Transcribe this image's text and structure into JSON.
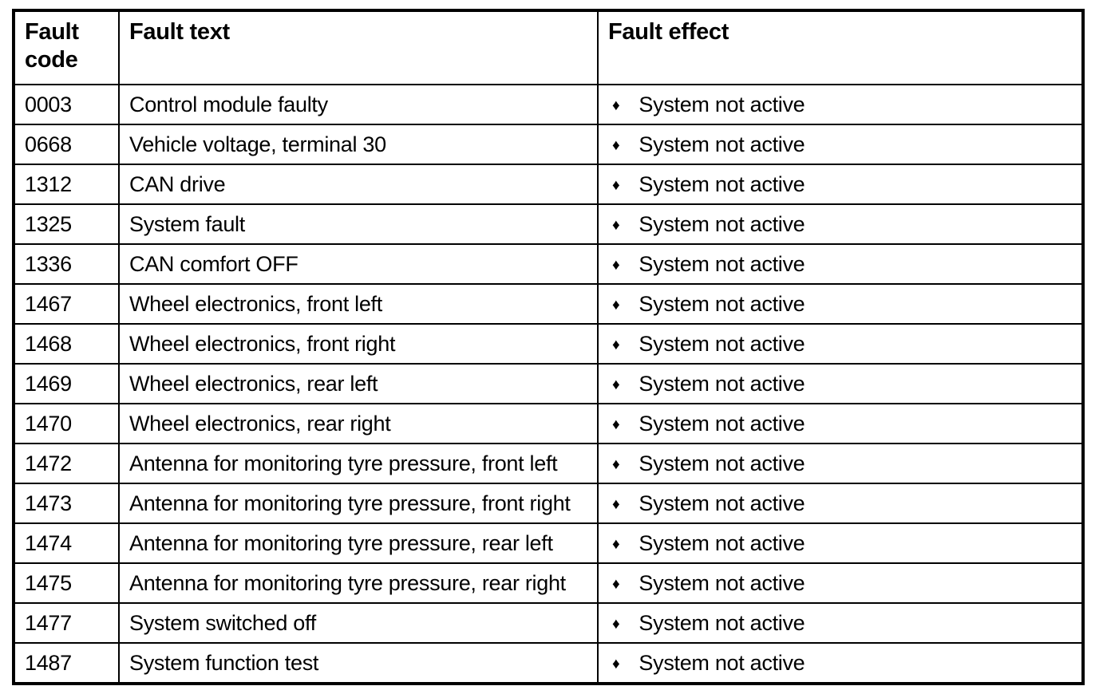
{
  "table": {
    "columns": [
      {
        "label": "Fault code"
      },
      {
        "label": "Fault text"
      },
      {
        "label": "Fault effect"
      }
    ],
    "bullet": "♦",
    "rows": [
      {
        "code": "0003",
        "text": "Control module faulty",
        "effect": "System not active"
      },
      {
        "code": "0668",
        "text": "Vehicle voltage, terminal 30",
        "effect": "System not active"
      },
      {
        "code": "1312",
        "text": "CAN drive",
        "effect": "System not active"
      },
      {
        "code": "1325",
        "text": "System fault",
        "effect": "System not active"
      },
      {
        "code": "1336",
        "text": "CAN comfort OFF",
        "effect": "System not active"
      },
      {
        "code": "1467",
        "text": "Wheel electronics, front left",
        "effect": "System not active"
      },
      {
        "code": "1468",
        "text": "Wheel electronics, front right",
        "effect": "System not active"
      },
      {
        "code": "1469",
        "text": "Wheel electronics, rear left",
        "effect": "System not active"
      },
      {
        "code": "1470",
        "text": "Wheel electronics, rear right",
        "effect": "System not active"
      },
      {
        "code": "1472",
        "text": "Antenna for monitoring tyre pressure, front left",
        "effect": "System not active"
      },
      {
        "code": "1473",
        "text": "Antenna for monitoring tyre pressure, front right",
        "effect": "System not active"
      },
      {
        "code": "1474",
        "text": "Antenna for monitoring tyre pressure, rear left",
        "effect": "System not active"
      },
      {
        "code": "1475",
        "text": "Antenna for monitoring tyre pressure, rear right",
        "effect": "System not active"
      },
      {
        "code": "1477",
        "text": "System switched off",
        "effect": "System not active"
      },
      {
        "code": "1487",
        "text": "System function test",
        "effect": "System not active"
      }
    ]
  }
}
